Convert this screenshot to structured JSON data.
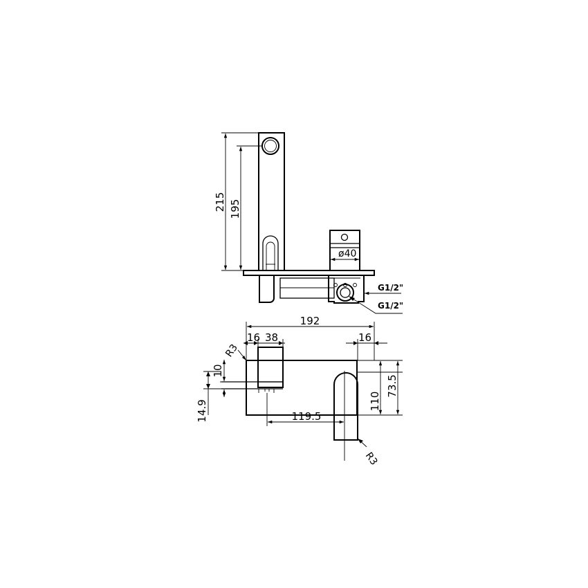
{
  "dimensions": {
    "height_total": "215",
    "height_outlet": "195",
    "diameter_handle": "ø40",
    "thread_top": "G1/2\"",
    "thread_bottom": "G1/2\"",
    "width_total": "192",
    "offset_left_a": "16",
    "offset_left_b": "38",
    "offset_right": "16",
    "radius_top": "R3",
    "radius_bottom": "R3",
    "spout_thickness": "10",
    "spout_offset": "14.9",
    "spout_reach": "119.5",
    "plate_height": "110",
    "handle_height": "73.5"
  }
}
